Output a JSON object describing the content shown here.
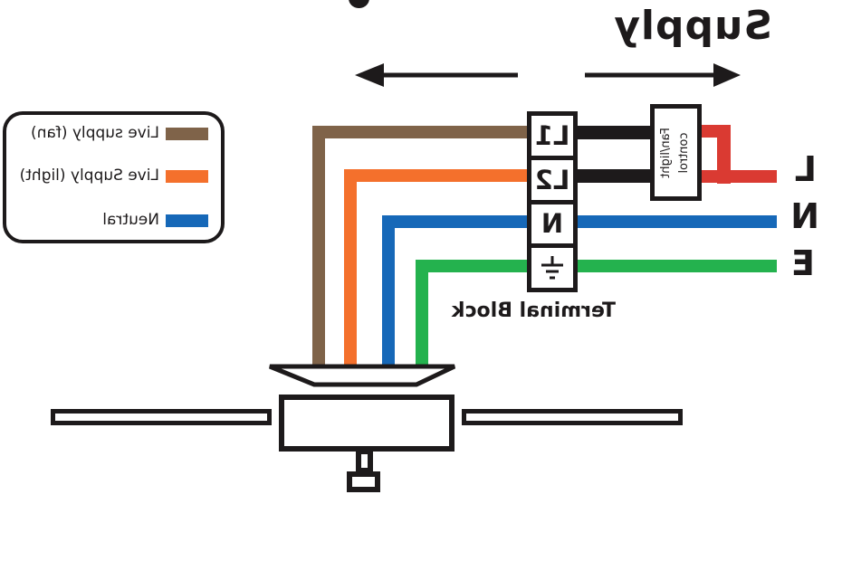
{
  "diagram": {
    "orientation": "mirrored-horizontally",
    "supply_label": "Supply",
    "legend": {
      "items": [
        {
          "label": "Live supply (fan)",
          "color": "#7f6349"
        },
        {
          "label": "Live Supply (light)",
          "color": "#f4702c"
        },
        {
          "label": "Neutral",
          "color": "#1668b8"
        }
      ]
    },
    "terminal_block": {
      "caption": "Terminal Block",
      "terminals": [
        "L1",
        "L2",
        "N"
      ],
      "fourth_terminal_icon": "earth-ground-symbol"
    },
    "control_box": {
      "line1": "Fan/light",
      "line2": "control"
    },
    "supply_terminals": {
      "live": "L",
      "neutral": "N",
      "earth": "E"
    },
    "wire_colors": {
      "live_fan_brown": "#7f6349",
      "live_light_orange": "#f4702c",
      "neutral_blue": "#1668b8",
      "earth_green": "#24b24e",
      "supply_live_red": "#da3a32",
      "switched_black": "#1d1a1b",
      "ink": "#1d1a1b"
    }
  }
}
